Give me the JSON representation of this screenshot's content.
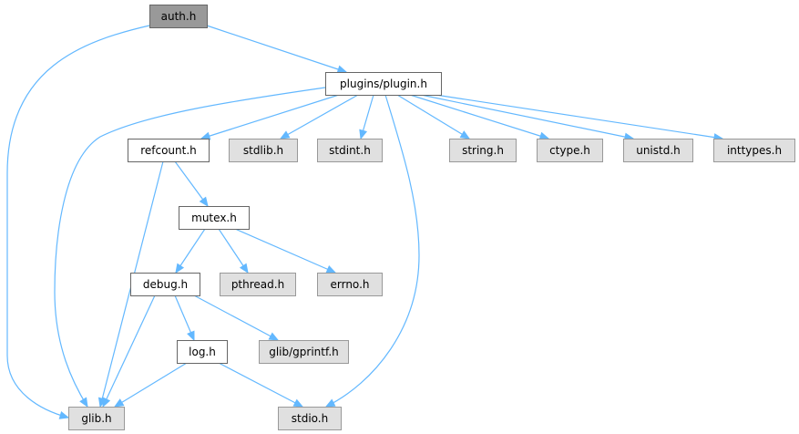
{
  "diagram": {
    "colors": {
      "edge": "#63b8ff",
      "current_fill": "#999999",
      "current_stroke": "#666666",
      "local_fill": "#ffffff",
      "local_stroke": "#666666",
      "system_fill": "#e0e0e0",
      "system_stroke": "#999999",
      "text": "#000000"
    },
    "nodes": [
      {
        "id": "auth",
        "label": "auth.h",
        "kind": "current"
      },
      {
        "id": "plugin",
        "label": "plugins/plugin.h",
        "kind": "local"
      },
      {
        "id": "refcount",
        "label": "refcount.h",
        "kind": "local"
      },
      {
        "id": "stdlib",
        "label": "stdlib.h",
        "kind": "system"
      },
      {
        "id": "stdint",
        "label": "stdint.h",
        "kind": "system"
      },
      {
        "id": "string",
        "label": "string.h",
        "kind": "system"
      },
      {
        "id": "ctype",
        "label": "ctype.h",
        "kind": "system"
      },
      {
        "id": "unistd",
        "label": "unistd.h",
        "kind": "system"
      },
      {
        "id": "inttypes",
        "label": "inttypes.h",
        "kind": "system"
      },
      {
        "id": "mutex",
        "label": "mutex.h",
        "kind": "local"
      },
      {
        "id": "debug",
        "label": "debug.h",
        "kind": "local"
      },
      {
        "id": "pthread",
        "label": "pthread.h",
        "kind": "system"
      },
      {
        "id": "errno",
        "label": "errno.h",
        "kind": "system"
      },
      {
        "id": "log",
        "label": "log.h",
        "kind": "local"
      },
      {
        "id": "gprintf",
        "label": "glib/gprintf.h",
        "kind": "system"
      },
      {
        "id": "glib",
        "label": "glib.h",
        "kind": "system"
      },
      {
        "id": "stdio",
        "label": "stdio.h",
        "kind": "system"
      }
    ],
    "edges": [
      {
        "from": "auth",
        "to": "glib"
      },
      {
        "from": "auth",
        "to": "plugin"
      },
      {
        "from": "plugin",
        "to": "glib"
      },
      {
        "from": "plugin",
        "to": "refcount"
      },
      {
        "from": "plugin",
        "to": "stdlib"
      },
      {
        "from": "plugin",
        "to": "stdint"
      },
      {
        "from": "plugin",
        "to": "stdio"
      },
      {
        "from": "plugin",
        "to": "string"
      },
      {
        "from": "plugin",
        "to": "ctype"
      },
      {
        "from": "plugin",
        "to": "unistd"
      },
      {
        "from": "plugin",
        "to": "inttypes"
      },
      {
        "from": "refcount",
        "to": "glib"
      },
      {
        "from": "refcount",
        "to": "mutex"
      },
      {
        "from": "mutex",
        "to": "debug"
      },
      {
        "from": "mutex",
        "to": "pthread"
      },
      {
        "from": "mutex",
        "to": "errno"
      },
      {
        "from": "debug",
        "to": "glib"
      },
      {
        "from": "debug",
        "to": "log"
      },
      {
        "from": "debug",
        "to": "gprintf"
      },
      {
        "from": "log",
        "to": "glib"
      },
      {
        "from": "log",
        "to": "stdio"
      }
    ]
  }
}
